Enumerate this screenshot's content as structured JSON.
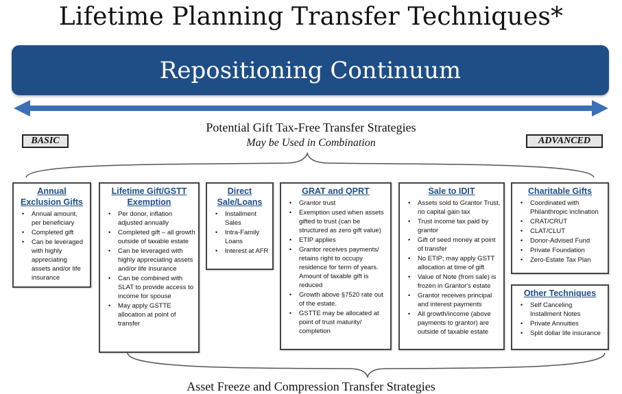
{
  "title": "Lifetime Planning Transfer Techniques*",
  "banner": {
    "label": "Repositioning Continuum"
  },
  "strategies": {
    "heading": "Potential Gift Tax-Free Transfer Strategies",
    "subheading": "May be Used in Combination"
  },
  "scale": {
    "left_label": "BASIC",
    "right_label": "ADVANCED"
  },
  "bottom_label": "Asset Freeze and Compression Transfer Strategies",
  "colors": {
    "banner": "#1f4e87",
    "arrow": "#3b6fb6",
    "heading": "#1f4e87"
  },
  "boxes": [
    {
      "title": "Annual Exclusion Gifts",
      "items": [
        "Annual amount, per beneficiary",
        "Completed gift",
        "Can be leveraged with highly appreciating assets and/or life insurance"
      ]
    },
    {
      "title": "Lifetime Gift/GSTT Exemption",
      "items": [
        "Per donor, inflation adjusted annually",
        "Completed gift – all growth outside of taxable estate",
        "Can be leveraged with highly appreciating assets and/or life insurance",
        "Can be combined with SLAT to provide access to income for spouse",
        "May apply GSTTE allocation at point of transfer"
      ]
    },
    {
      "title": "Direct Sale/Loans",
      "items": [
        "Installment Sales",
        "Intra-Family Loans",
        "Interest at AFR"
      ]
    },
    {
      "title": "GRAT and QPRT",
      "items": [
        "Grantor trust",
        "Exemption used when assets gifted to trust (can be structured as zero gift value)",
        "ETIP applies",
        "Grantor receives payments/ retains right to occupy residence for term of years. Amount of taxable gift is reduced",
        "Growth above §7520 rate out of the estate.",
        "GSTTE may be allocated at point of trust maturity/ completion"
      ]
    },
    {
      "title": "Sale to IDIT",
      "items": [
        "Assets sold to Grantor Trust, no capital gain tax",
        "Trust income tax paid by grantor",
        "Gift of seed money at point of transfer",
        "No ETIP; may apply GSTT allocation at time of gift",
        "Value of Note (from sale) is frozen in Grantor's estate",
        "Grantor receives principal and interest payments",
        "All growth/income (above payments to grantor) are outside of taxable estate"
      ]
    },
    {
      "title": "Charitable Gifts",
      "items": [
        "Coordinated with Philanthropic inclination",
        "CRAT/CRUT",
        "CLAT/CLUT",
        "Donor-Advised Fund",
        "Private Foundation",
        "Zero-Estate Tax Plan"
      ]
    },
    {
      "title": "Other Techniques",
      "items": [
        "Self Canceling Installment Notes",
        "Private Annuities",
        "Split dollar life insurance"
      ]
    }
  ]
}
